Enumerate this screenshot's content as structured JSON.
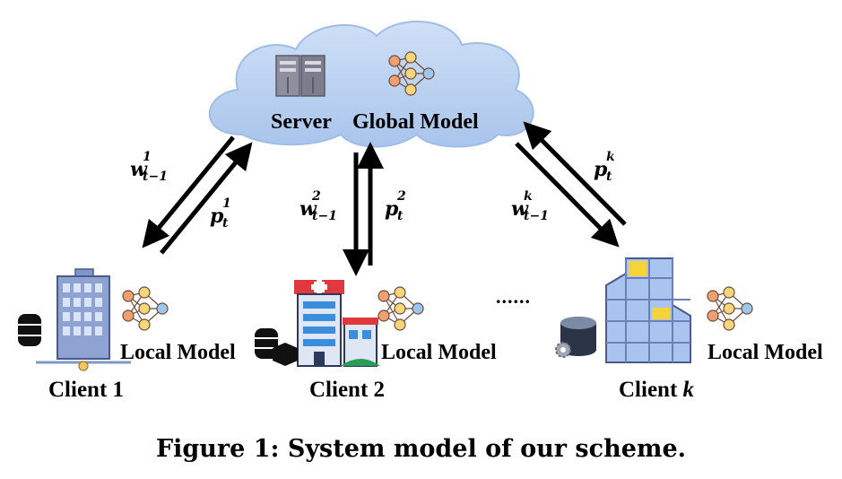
{
  "server": {
    "label": "Server",
    "global_label": "Global Model"
  },
  "clients": [
    {
      "name": "Client 1",
      "local_label": "Local Model"
    },
    {
      "name": "Client 2",
      "local_label": "Local Model"
    },
    {
      "name_prefix": "Client ",
      "name_var": "k",
      "local_label": "Local Model"
    }
  ],
  "links": [
    {
      "down": {
        "base": "w",
        "sup": "1",
        "sub": "t−1"
      },
      "up": {
        "base": "p",
        "sup": "1",
        "sub": "t"
      }
    },
    {
      "down": {
        "base": "w",
        "sup": "2",
        "sub": "t−1"
      },
      "up": {
        "base": "p",
        "sup": "2",
        "sub": "t"
      }
    },
    {
      "down": {
        "base": "w",
        "sup": "k",
        "sub": "t−1"
      },
      "up": {
        "base": "p",
        "sup": "k",
        "sub": "t"
      }
    }
  ],
  "ellipsis": "......",
  "caption": "Figure 1: System model of our scheme.",
  "colors": {
    "cloud": "#b9d2f0",
    "building_blue": "#7f96c8",
    "window": "#a9c4ee",
    "hospital_red": "#e0383e",
    "nn_node_orange": "#f0a070",
    "nn_node_yellow": "#f7d57a",
    "nn_node_blue": "#9cc8ef"
  },
  "icons": [
    "cloud-icon",
    "server-rack-icon",
    "neural-network-icon",
    "office-building-icon",
    "hospital-icon",
    "tall-building-icon",
    "database-icon",
    "gear-database-icon"
  ]
}
